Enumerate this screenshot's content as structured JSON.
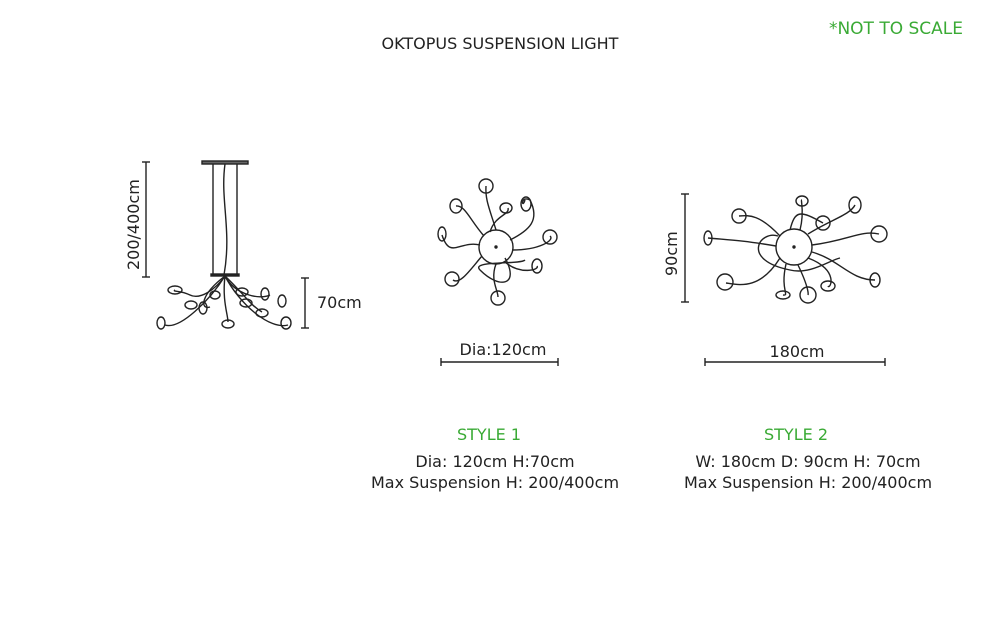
{
  "header": {
    "title": "OKTOPUS SUSPENSION LIGHT",
    "note": "*NOT TO SCALE"
  },
  "side_view": {
    "height_label": "200/400cm",
    "body_height_label": "70cm"
  },
  "style1": {
    "diameter_label": "Dia:120cm",
    "name": "STYLE 1",
    "dims": "Dia: 120cm H:70cm",
    "suspension": "Max Suspension H: 200/400cm"
  },
  "style2": {
    "width_label": "180cm",
    "depth_label": "90cm",
    "name": "STYLE 2",
    "dims": "W: 180cm D: 90cm H: 70cm",
    "suspension": "Max Suspension H: 200/400cm"
  },
  "colors": {
    "accent": "#3aaa35",
    "text": "#222222"
  }
}
